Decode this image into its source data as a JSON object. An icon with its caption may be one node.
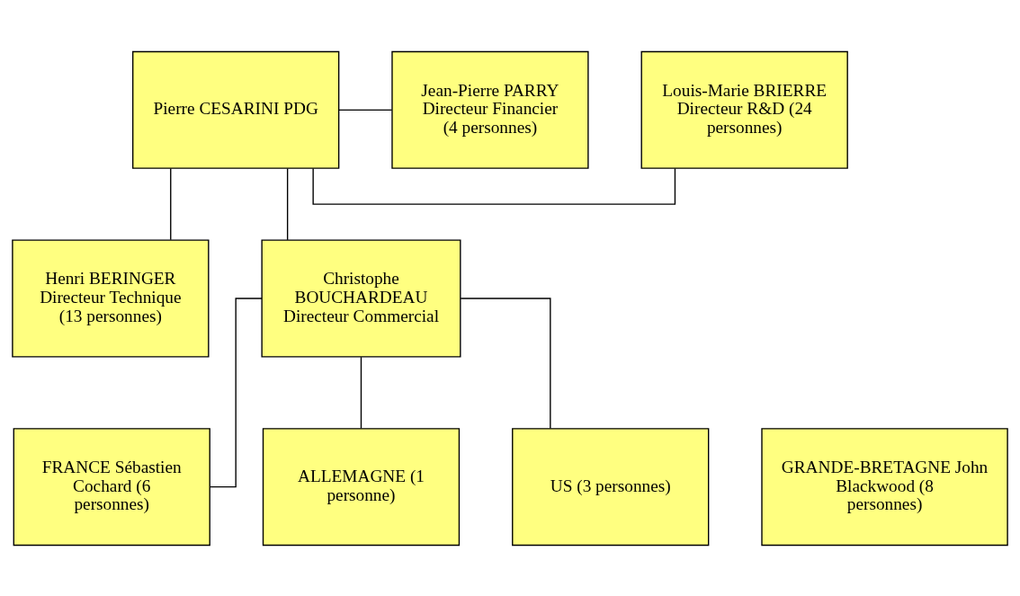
{
  "diagram": {
    "nodes": [
      {
        "text": [
          "Louis-Marie BRIERRE Directeur R&D (24 personnes)"
        ]
      },
      {
        "text": [
          "Pierre CESARINI PDG"
        ]
      },
      {
        "text": [
          "Jean-Pierre PARRY Directeur Financier (4 personnes)"
        ]
      },
      {
        "text": [
          "Henri BERINGER Directeur Technique (13 personnes)"
        ]
      },
      {
        "text": [
          "Christophe BOUCHARDEAU Directeur Commercial"
        ]
      },
      {
        "text": [
          "FRANCE Sébastien Cochard (6 personnes)"
        ]
      },
      {
        "text": [
          "GRANDE-BRETAGNE John Blackwood (8 personnes)"
        ]
      },
      {
        "text": [
          "ALLEMAGNE (1 personne)"
        ]
      },
      {
        "text": [
          "US (3 personnes)"
        ]
      }
    ],
    "edges": [
      {
        "from": 1,
        "to": 0,
        "arrow": "none"
      },
      {
        "from": 1,
        "to": 3,
        "arrow": "none"
      },
      {
        "from": 1,
        "to": 2,
        "arrow": "none"
      },
      {
        "from": 1,
        "to": 4,
        "arrow": "none"
      },
      {
        "from": 4,
        "to": 5,
        "arrow": "none"
      },
      {
        "from": 4,
        "to": 7,
        "arrow": "none"
      },
      {
        "from": 4,
        "to": 8,
        "arrow": "none"
      }
    ]
  }
}
